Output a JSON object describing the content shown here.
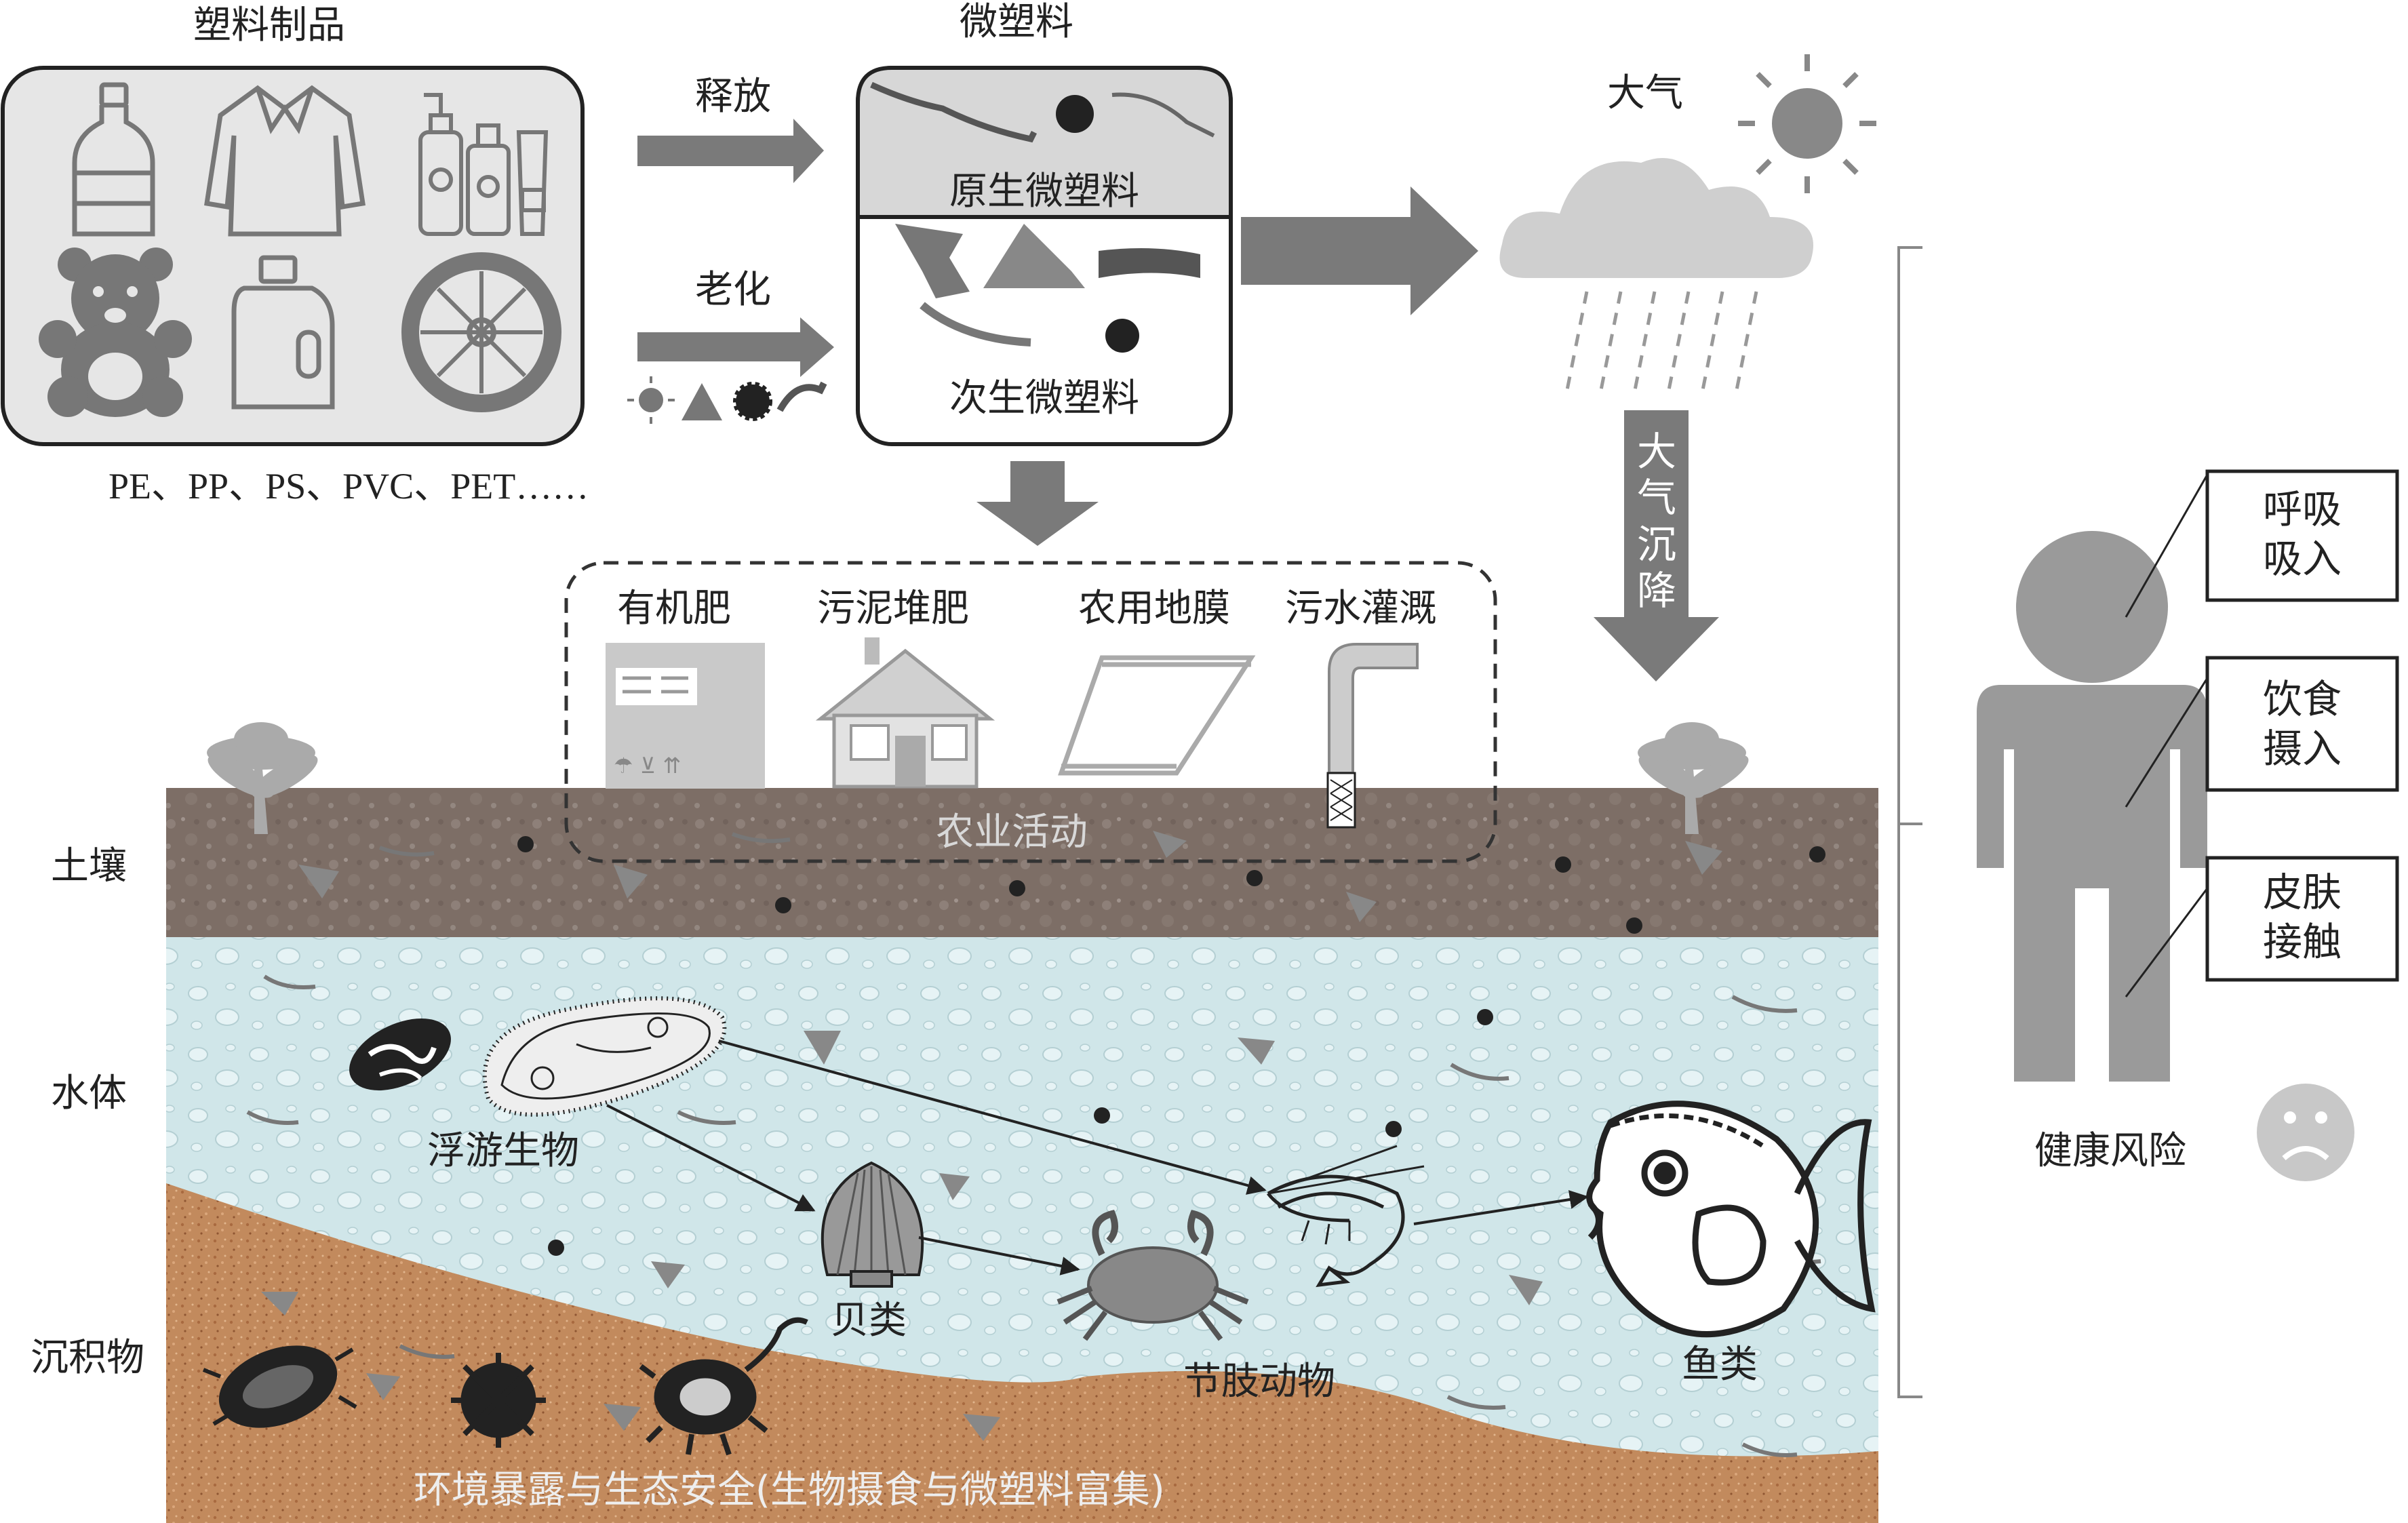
{
  "labels": {
    "plastic_products": "塑料制品",
    "microplastics": "微塑料",
    "release": "释放",
    "aging": "老化",
    "primary_mp": "原生微塑料",
    "secondary_mp": "次生微塑料",
    "polymer_types": "PE、PP、PS、PVC、PET……",
    "atmosphere": "大气",
    "atmospheric_deposition": "大气沉降",
    "organic_fertilizer": "有机肥",
    "sludge_compost": "污泥堆肥",
    "agri_film": "农用地膜",
    "sewage_irrigation": "污水灌溉",
    "agri_activity": "农业活动",
    "soil": "土壤",
    "water": "水体",
    "sediment": "沉积物",
    "plankton": "浮游生物",
    "shellfish": "贝类",
    "arthropods": "节肢动物",
    "fish": "鱼类",
    "exposure_eco": "环境暴露与生态安全(生物摄食与微塑料富集)",
    "health_risk": "健康风险",
    "respiratory_line1": "呼吸",
    "respiratory_line2": "吸入",
    "dietary_line1": "饮食",
    "dietary_line2": "摄入",
    "skin_line1": "皮肤",
    "skin_line2": "接触"
  },
  "colors": {
    "arrow_gray": "#7a7a7a",
    "soil_brown": "#7e6f68",
    "water_blue": "#cfe5e8",
    "sediment_orange": "#c4875a",
    "human_gray": "#9a9a9a"
  },
  "icons": [
    "bottle-icon",
    "shirt-icon",
    "cosmetics-icon",
    "teddy-bear-icon",
    "detergent-icon",
    "tire-icon",
    "sun-icon",
    "cloud-rain-icon",
    "fertilizer-box-icon",
    "house-icon",
    "film-icon",
    "pipe-icon",
    "palm-tree-icon",
    "plankton-icon",
    "shell-icon",
    "crab-icon",
    "shrimp-icon",
    "fish-icon",
    "bacteria-icon",
    "human-icon",
    "sad-face-icon"
  ]
}
